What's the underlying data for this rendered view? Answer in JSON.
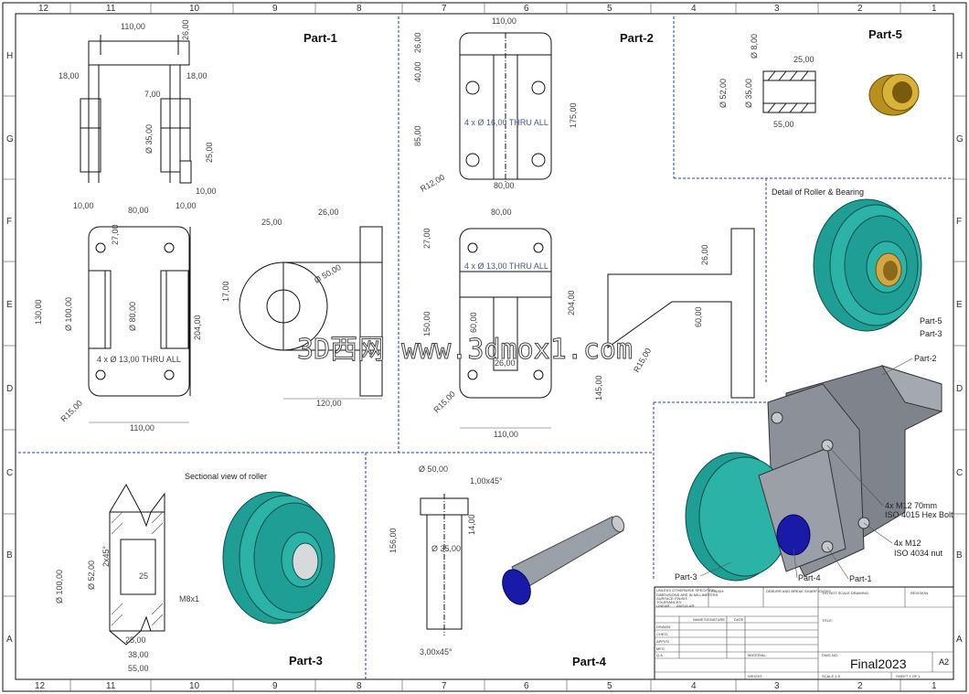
{
  "sheet": {
    "zone_numbers_top": [
      "12",
      "11",
      "10",
      "9",
      "8",
      "7",
      "6",
      "5",
      "4",
      "3",
      "2",
      "1"
    ],
    "zone_numbers_bottom": [
      "12",
      "11",
      "10",
      "9",
      "8",
      "7",
      "6",
      "5",
      "4",
      "3",
      "2",
      "1"
    ],
    "zone_letters": [
      "H",
      "G",
      "F",
      "E",
      "D",
      "C",
      "B",
      "A"
    ]
  },
  "parts": {
    "part1": {
      "title": "Part-1",
      "dims": [
        "110,00",
        "26,00",
        "18,00",
        "18,00",
        "7,00",
        "Ø 35,00",
        "25,00",
        "10,00",
        "10,00",
        "80,00",
        "10,00",
        "27,00",
        "130,00",
        "Ø 100,00",
        "Ø 80,00",
        "204,00",
        "4 x Ø 13,00 THRU ALL",
        "R15,00",
        "110,00"
      ]
    },
    "part1_side": {
      "dims": [
        "25,00",
        "26,00",
        "17,00",
        "Ø 50,00",
        "120,00"
      ]
    },
    "part2": {
      "title": "Part-2",
      "dims": [
        "110,00",
        "26,00",
        "40,00",
        "4 x Ø 16,00 THRU ALL",
        "85,00",
        "175,00",
        "R12,00",
        "80,00",
        "80,00",
        "27,00",
        "4 x Ø 13,00 THRU ALL",
        "150,00",
        "60,00",
        "204,00",
        "26,00",
        "R15,00",
        "110,00",
        "26,00",
        "60,00",
        "R15,00",
        "145,00"
      ]
    },
    "part5": {
      "title": "Part-5",
      "dims": [
        "Ø 8,00",
        "25,00",
        "Ø 52,00",
        "Ø 35,00",
        "55,00"
      ]
    },
    "part3": {
      "title": "Part-3",
      "section_label": "Sectional view of roller",
      "dims": [
        "Ø 100,00",
        "Ø 52,00",
        "2x45°",
        "25",
        "M8x1",
        "25,00",
        "38,00",
        "55,00"
      ]
    },
    "part4": {
      "title": "Part-4",
      "dims": [
        "Ø 50,00",
        "1,00x45°",
        "14,00",
        "156,00",
        "Ø 35,00",
        "3,00x45°"
      ]
    },
    "assembly": {
      "detail_label": "Detail of Roller & Bearing",
      "callouts": [
        "Part-5",
        "Part-3",
        "Part-2",
        "4x M12 70mm",
        "ISO 4015 Hex Bolt",
        "4x M12",
        "ISO 4034 nut",
        "Part-3",
        "Part-4",
        "Part-1"
      ]
    }
  },
  "watermark": "3D西网 www.3dmox1.com",
  "title_block": {
    "notes": [
      "UNLESS OTHERWISE SPECIFIED:",
      "DIMENSIONS ARE IN MILLIMETERS",
      "SURFACE FINISH:",
      "TOLERANCES:",
      "LINEAR:",
      "ANGULAR:"
    ],
    "finish": "FINISH:",
    "deburr": "DEBURR AND BREAK SHARP EDGES",
    "noscale": "DO NOT SCALE DRAWING",
    "revision": "REVISION",
    "col_name": "NAME",
    "col_signature": "SIGNATURE",
    "col_date": "DATE",
    "rows": [
      "DRAWN",
      "CHK'D",
      "APPV'D",
      "MFG",
      "Q.A"
    ],
    "material": "MATERIAL:",
    "title_lbl": "TITLE:",
    "dwg_no": "DWG NO.",
    "drawing_title": "Final2023",
    "size": "A2",
    "weight": "WEIGHT:",
    "scale": "SCALE:1:5",
    "sheet": "SHEET 1 OF 1"
  }
}
